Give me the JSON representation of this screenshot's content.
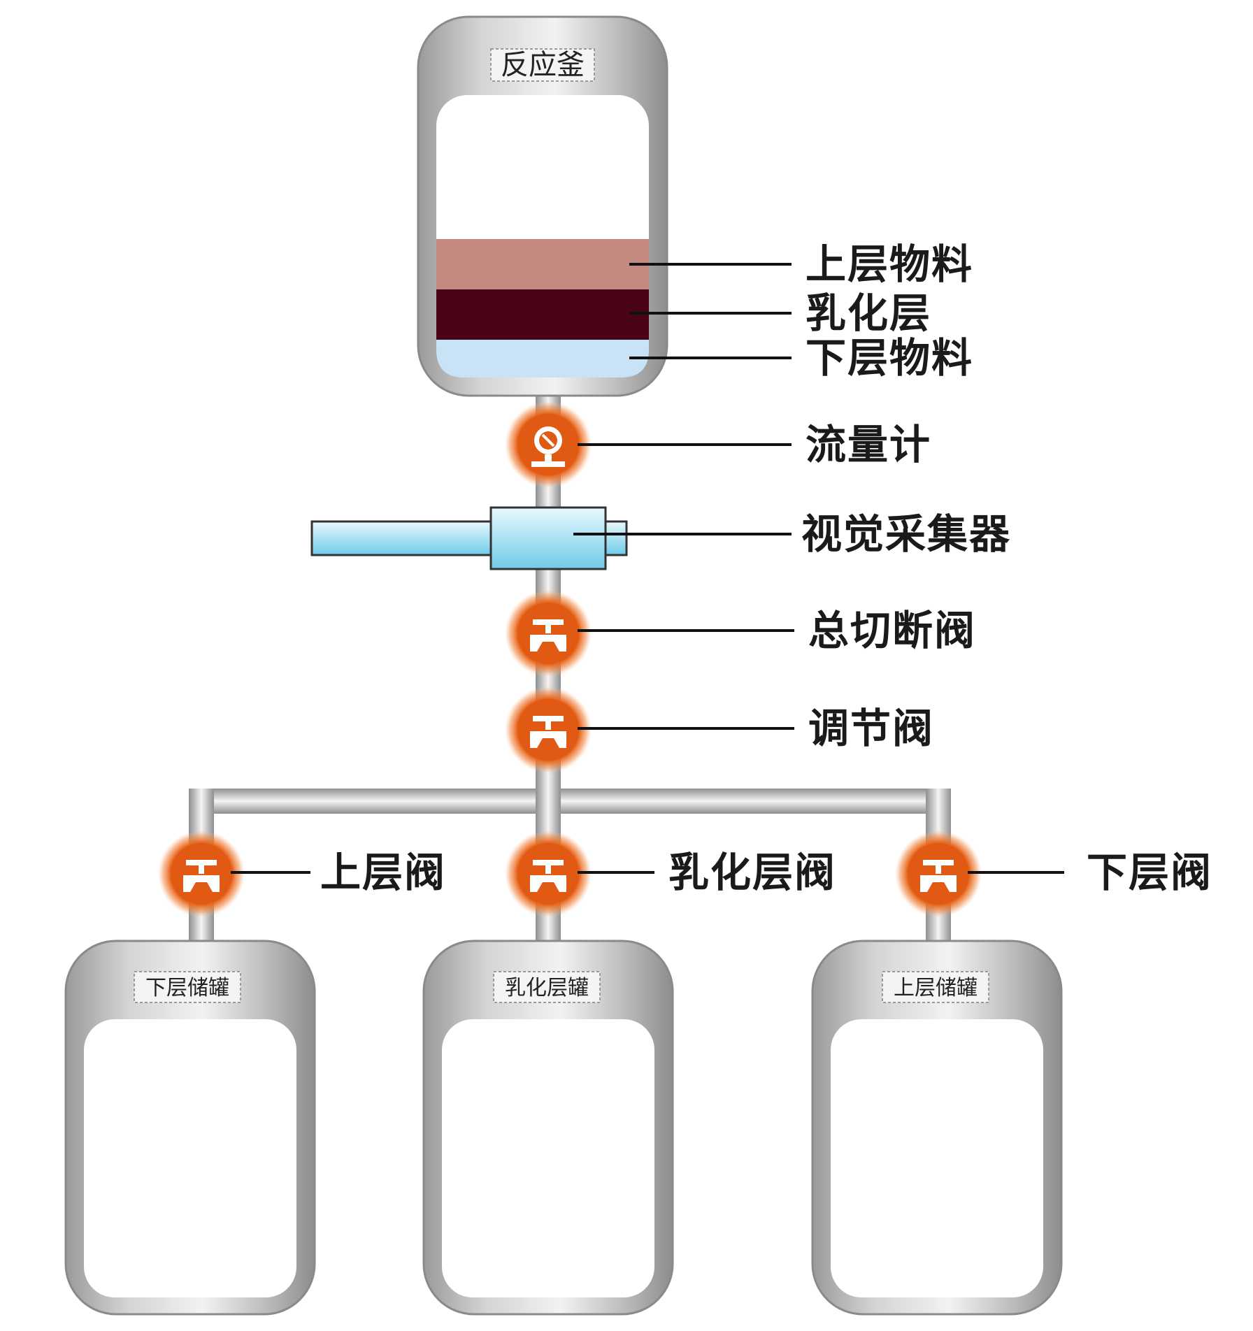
{
  "reactor": {
    "label": "反应釜",
    "layers": {
      "upper": {
        "color": "#c48a82"
      },
      "emulsion": {
        "color": "#4a0418"
      },
      "lower": {
        "color": "#c7e3f5"
      }
    }
  },
  "callouts": {
    "upper_material": "上层物料",
    "emulsion_layer": "乳化层",
    "lower_material": "下层物料",
    "flowmeter": "流量计",
    "vision_collector": "视觉采集器",
    "main_shutoff_valve": "总切断阀",
    "regulating_valve": "调节阀",
    "upper_valve": "上层阀",
    "emulsion_valve": "乳化层阀",
    "lower_valve": "下层阀"
  },
  "tanks": [
    {
      "label": "下层储罐"
    },
    {
      "label": "乳化层罐"
    },
    {
      "label": "上层储罐"
    }
  ],
  "colors": {
    "valve": "#e8651c",
    "vessel": "#b8b8b8",
    "pipe": "#c9c9c9",
    "collector": "#8fd6ee"
  },
  "icons": [
    "flowmeter-icon",
    "valve-icon"
  ]
}
